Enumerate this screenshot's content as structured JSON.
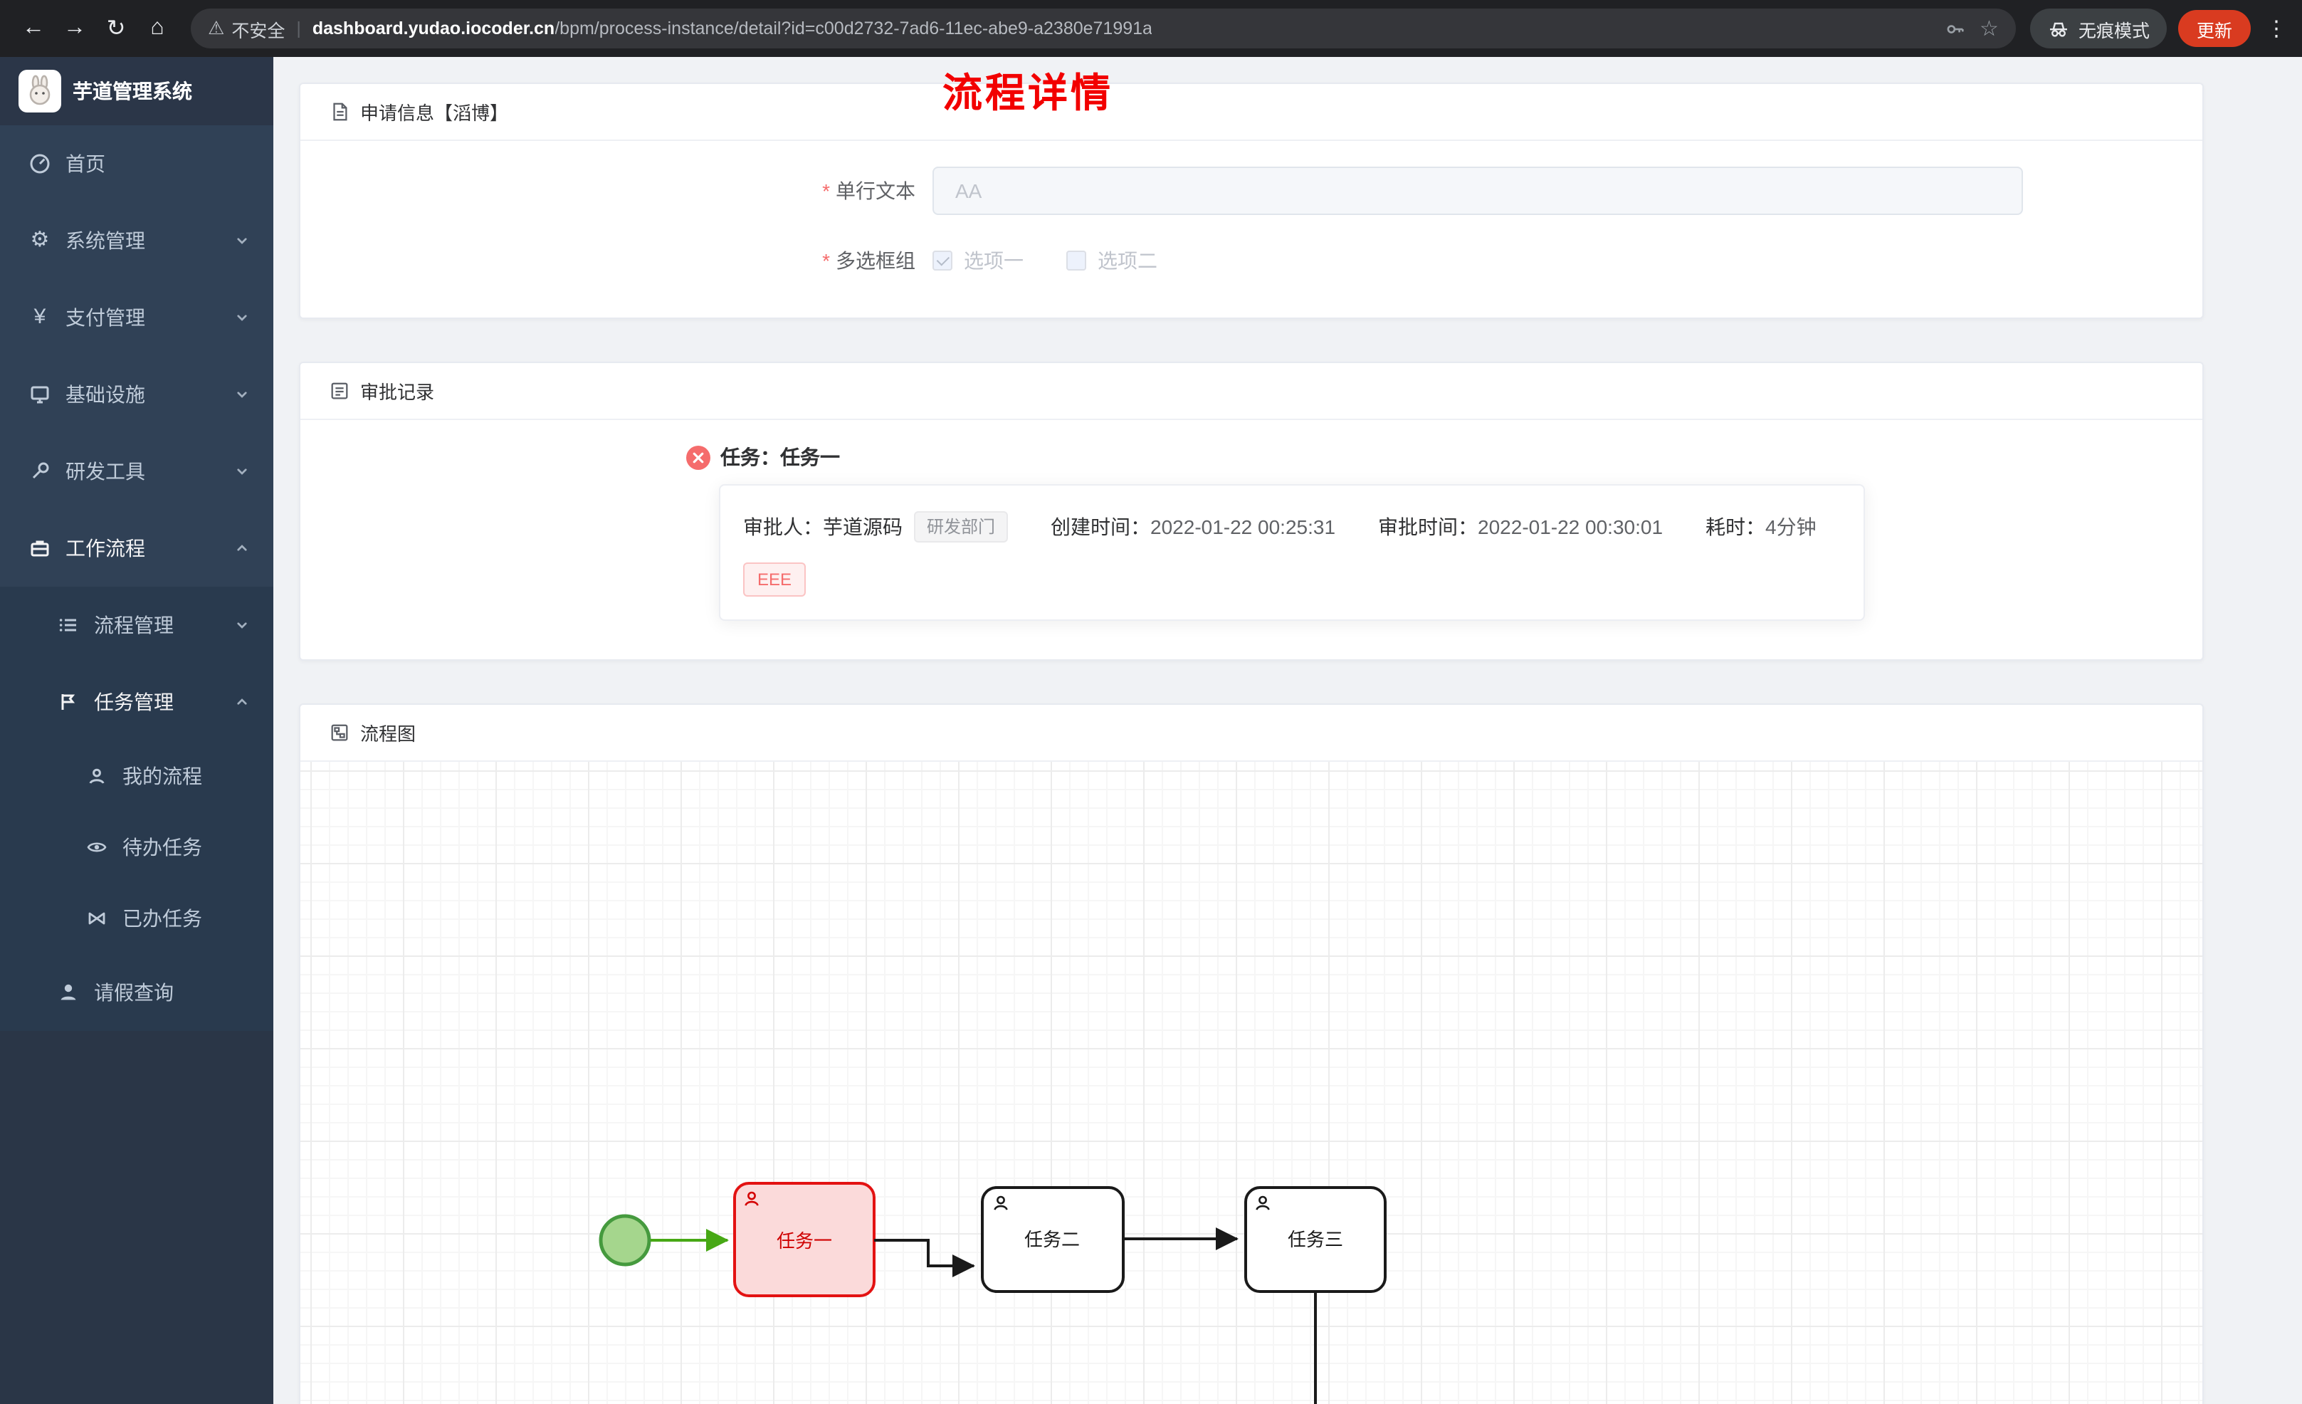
{
  "browser": {
    "security_label": "不安全",
    "url_domain": "dashboard.yudao.iocoder.cn",
    "url_path": "/bpm/process-instance/detail?id=c00d2732-7ad6-11ec-abe9-a2380e71991a",
    "incognito_label": "无痕模式",
    "update_label": "更新"
  },
  "sidebar": {
    "title": "芋道管理系统",
    "items": [
      {
        "label": "首页",
        "icon": "dashboard-icon",
        "level": 0,
        "chevron": ""
      },
      {
        "label": "系统管理",
        "icon": "gear-icon",
        "level": 0,
        "chevron": "down"
      },
      {
        "label": "支付管理",
        "icon": "yen-icon",
        "level": 0,
        "chevron": "down"
      },
      {
        "label": "基础设施",
        "icon": "infrastructure-icon",
        "level": 0,
        "chevron": "down"
      },
      {
        "label": "研发工具",
        "icon": "devtools-icon",
        "level": 0,
        "chevron": "down"
      },
      {
        "label": "工作流程",
        "icon": "workflow-icon",
        "level": 0,
        "chevron": "up"
      },
      {
        "label": "流程管理",
        "icon": "process-management-icon",
        "level": 1,
        "chevron": "down"
      },
      {
        "label": "任务管理",
        "icon": "task-management-icon",
        "level": 1,
        "chevron": "up"
      },
      {
        "label": "我的流程",
        "icon": "my-process-icon",
        "level": 2,
        "chevron": ""
      },
      {
        "label": "待办任务",
        "icon": "todo-eye-icon",
        "level": 2,
        "chevron": ""
      },
      {
        "label": "已办任务",
        "icon": "done-task-icon",
        "level": 2,
        "chevron": ""
      },
      {
        "label": "请假查询",
        "icon": "leave-user-icon",
        "level": 1,
        "chevron": ""
      }
    ]
  },
  "page": {
    "title": "流程详情"
  },
  "cards": {
    "apply_info": {
      "title": "申请信息【滔博】",
      "fields": [
        {
          "label": "单行文本",
          "required": true,
          "type": "input",
          "value": "AA",
          "disabled": true
        },
        {
          "label": "多选框组",
          "required": true,
          "type": "checkbox-group",
          "disabled": true,
          "options": [
            {
              "label": "选项一",
              "checked": true
            },
            {
              "label": "选项二",
              "checked": false
            }
          ]
        }
      ]
    },
    "approval": {
      "title": "审批记录",
      "task_title": "任务：任务一",
      "record": {
        "approver_label": "审批人：",
        "approver": "芋道源码",
        "dept_tag": "研发部门",
        "create_label": "创建时间：",
        "create_time": "2022-01-22 00:25:31",
        "audit_label": "审批时间：",
        "audit_time": "2022-01-22 00:30:01",
        "duration_label": "耗时：",
        "duration": "4分钟",
        "reason_tag": "EEE"
      }
    },
    "diagram": {
      "title": "流程图",
      "nodes": [
        "任务一",
        "任务二",
        "任务三"
      ],
      "highlight_node": "任务一"
    }
  },
  "theme": {
    "sidebar_bg": "#304156",
    "submenu_bg": "#293a4e",
    "title_red": "#f20000",
    "danger_red": "#f56c6c",
    "flow_done_green": "#47a815",
    "update_chip_bg": "#d93b20"
  }
}
